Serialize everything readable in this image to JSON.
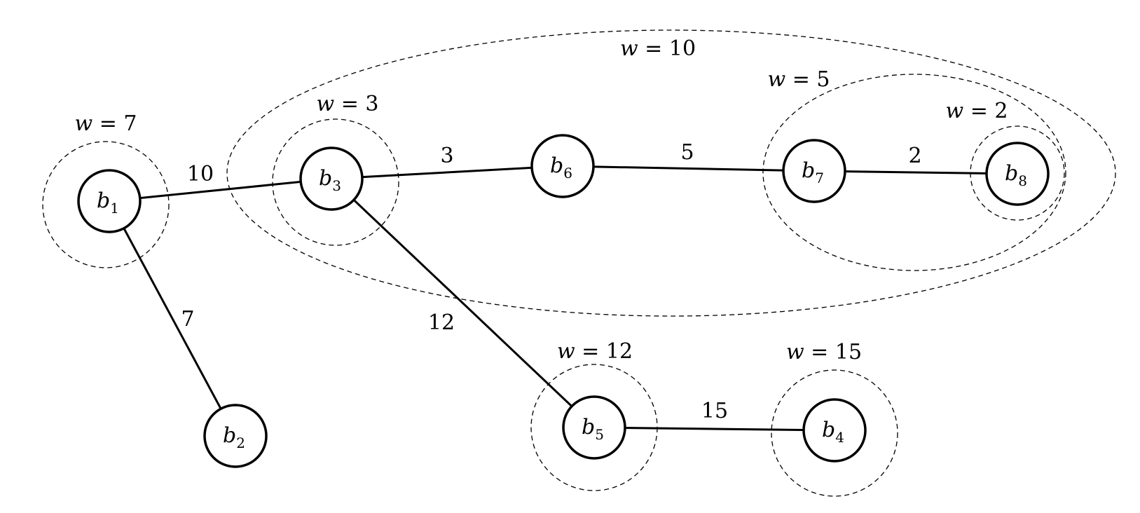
{
  "nodes": [
    {
      "id": "b1",
      "letter": "b",
      "sub": "1"
    },
    {
      "id": "b2",
      "letter": "b",
      "sub": "2"
    },
    {
      "id": "b3",
      "letter": "b",
      "sub": "3"
    },
    {
      "id": "b4",
      "letter": "b",
      "sub": "4"
    },
    {
      "id": "b5",
      "letter": "b",
      "sub": "5"
    },
    {
      "id": "b6",
      "letter": "b",
      "sub": "6"
    },
    {
      "id": "b7",
      "letter": "b",
      "sub": "7"
    },
    {
      "id": "b8",
      "letter": "b",
      "sub": "8"
    }
  ],
  "edges": [
    {
      "from": "b1",
      "to": "b3",
      "label": "10"
    },
    {
      "from": "b1",
      "to": "b2",
      "label": "7"
    },
    {
      "from": "b3",
      "to": "b6",
      "label": "3"
    },
    {
      "from": "b3",
      "to": "b5",
      "label": "12"
    },
    {
      "from": "b6",
      "to": "b7",
      "label": "5"
    },
    {
      "from": "b7",
      "to": "b8",
      "label": "2"
    },
    {
      "from": "b5",
      "to": "b4",
      "label": "15"
    }
  ],
  "clusters": [
    {
      "id": "cluster-b1",
      "var": "w",
      "eq": " = ",
      "value": "7"
    },
    {
      "id": "cluster-b3",
      "var": "w",
      "eq": " = ",
      "value": "3"
    },
    {
      "id": "cluster-b8",
      "var": "w",
      "eq": " = ",
      "value": "2"
    },
    {
      "id": "cluster-b7-b8",
      "var": "w",
      "eq": " = ",
      "value": "5"
    },
    {
      "id": "cluster-b3-b8",
      "var": "w",
      "eq": " = ",
      "value": "10"
    },
    {
      "id": "cluster-b5",
      "var": "w",
      "eq": " = ",
      "value": "12"
    },
    {
      "id": "cluster-b4",
      "var": "w",
      "eq": " = ",
      "value": "15"
    }
  ]
}
